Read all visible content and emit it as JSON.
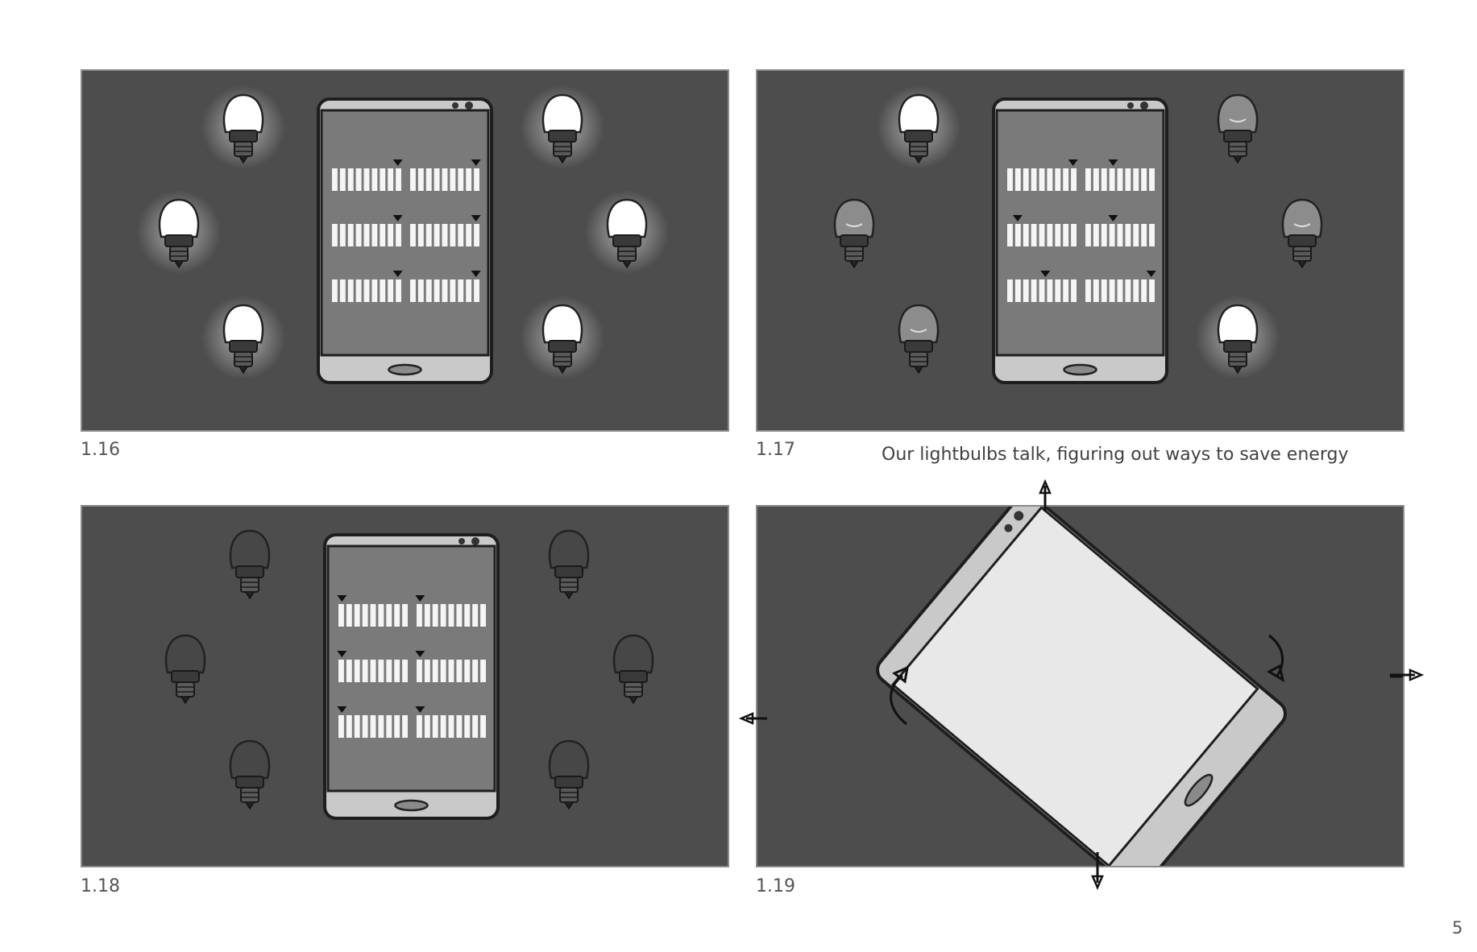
{
  "page_number": "5",
  "caption": "Our lightbulbs talk, figuring out ways to save energy",
  "panels": [
    {
      "label": "1.16",
      "scene": "phone",
      "bulbs": [
        "lit",
        "lit",
        "lit",
        "lit",
        "lit",
        "lit"
      ],
      "slider_marker_positions": [
        0.95,
        0.95,
        0.95,
        0.95,
        0.95,
        0.95
      ]
    },
    {
      "label": "1.17",
      "scene": "phone",
      "bulbs": [
        "lit",
        "dim",
        "dim",
        "dim",
        "dim",
        "lit"
      ],
      "slider_marker_positions": [
        0.95,
        0.4,
        0.15,
        0.4,
        0.55,
        0.95
      ]
    },
    {
      "label": "1.18",
      "scene": "phone",
      "bulbs": [
        "off",
        "off",
        "off",
        "off",
        "off",
        "off"
      ],
      "slider_marker_positions": [
        0.05,
        0.05,
        0.05,
        0.05,
        0.05,
        0.05
      ]
    },
    {
      "label": "1.19",
      "scene": "rotating-phone"
    }
  ],
  "colors": {
    "panel_bg": "#4d4d4d",
    "bulb_lit": "#ffffff",
    "bulb_dim": "#8c8c8c",
    "bulb_off": "#474747",
    "screen": "#7a7a7a",
    "rotated_screen": "#e8e8e8"
  },
  "icons": [
    "lightbulb-icon",
    "smartphone-icon",
    "rotate-arrow-icon"
  ]
}
